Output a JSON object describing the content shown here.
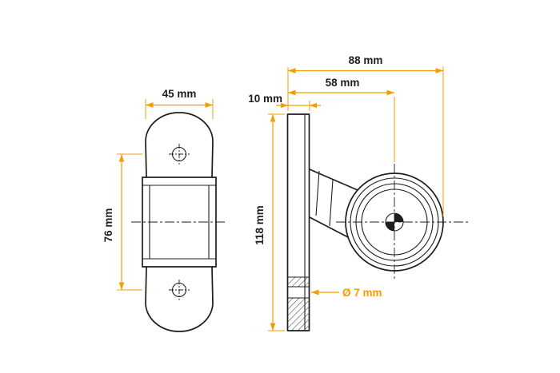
{
  "colors": {
    "accent": "#F59C00",
    "ink": "#1D1D1B",
    "background": "#FFFFFF"
  },
  "drawing": {
    "front_view": {
      "dims": {
        "width": "45 mm",
        "hole_spacing": "76 mm"
      }
    },
    "side_view": {
      "dims": {
        "overall_depth": "88 mm",
        "lamp_center_offset": "58 mm",
        "bracket_thickness": "10 mm",
        "overall_height": "118 mm",
        "mounting_hole_diameter": "Ø 7 mm"
      }
    }
  }
}
